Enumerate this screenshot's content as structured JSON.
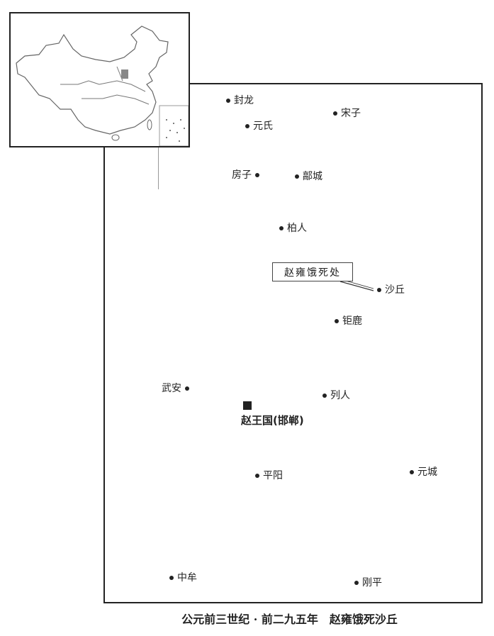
{
  "title": "公元前三世纪 · 前二九五年　赵雍饿死沙丘",
  "callout": "赵雍饿死处",
  "capital": "赵王国(邯郸)",
  "places": {
    "fenglong": "封龙",
    "yuanshi": "元氏",
    "songzi": "宋子",
    "fangzi": "房子",
    "haocheng": "鄗城",
    "boren": "柏人",
    "shaqiu": "沙丘",
    "julu": "钜鹿",
    "wuan": "武安",
    "lieren": "列人",
    "pingyang": "平阳",
    "yuancheng": "元城",
    "zhongmou": "中牟",
    "gangping": "刚平"
  },
  "colors": {
    "ink": "#222222",
    "highlight": "#888888"
  }
}
